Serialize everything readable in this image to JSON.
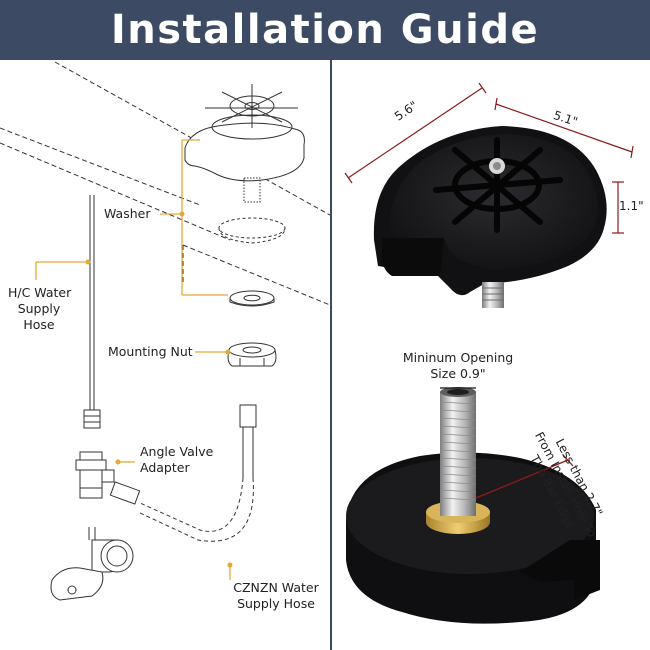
{
  "header": {
    "title": "Installation Guide"
  },
  "colors": {
    "header_bg": "#3d4a63",
    "callout": "#e3a936",
    "dimension": "#8b1a1a",
    "product": "#1c1c1e"
  },
  "left_panel": {
    "labels": {
      "washer": "Washer",
      "hc_hose_line1": "H/C Water",
      "hc_hose_line2": "Supply",
      "hc_hose_line3": "Hose",
      "mounting_nut": "Mounting Nut",
      "angle_valve_line1": "Angle Valve",
      "angle_valve_line2": "Adapter",
      "czznz_line1": "CZNZN Water",
      "czznz_line2": "Supply Hose"
    }
  },
  "right_top": {
    "dims": {
      "length": "5.6\"",
      "width": "5.1\"",
      "height": "1.1\""
    }
  },
  "right_bottom": {
    "opening_line1": "Mininum Opening",
    "opening_line2": "Size 0.9\"",
    "edge_line1": "Less than 2.7\"",
    "edge_line2": "From Install Hole To",
    "edge_line3": "The Bar Edge"
  }
}
